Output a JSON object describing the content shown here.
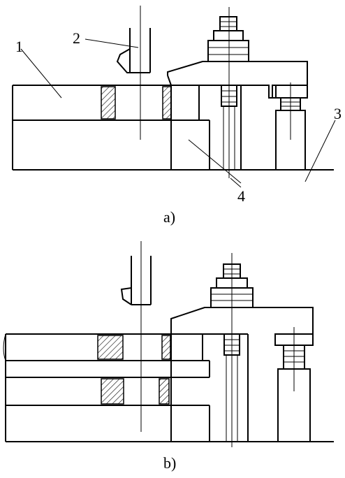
{
  "labels": {
    "part1": "1",
    "part2": "2",
    "part3": "3",
    "part4": "4"
  },
  "captions": {
    "a": "a)",
    "b": "b)"
  },
  "colors": {
    "ink": "#000000",
    "paper": "#ffffff"
  }
}
